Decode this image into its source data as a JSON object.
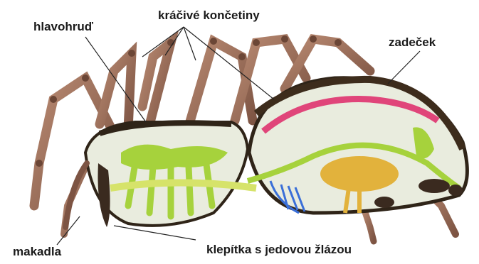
{
  "labels": {
    "cephalothorax": "hlavohruď",
    "walking_legs": "kráčivé končetiny",
    "abdomen": "zadeček",
    "pedipalps": "makadla",
    "chelicerae": "klepítka s jedovou žlázou"
  },
  "colors": {
    "leg": "#a0705a",
    "leg_dark": "#6b4636",
    "shell": "#2f2418",
    "body_fill": "#e9ecde",
    "digestive": "#a6d23c",
    "digestive_dark": "#6fa81e",
    "heart": "#e0457a",
    "liver": "#e2b23c",
    "lung": "#3a6fd8",
    "label": "#1a1a1a"
  }
}
